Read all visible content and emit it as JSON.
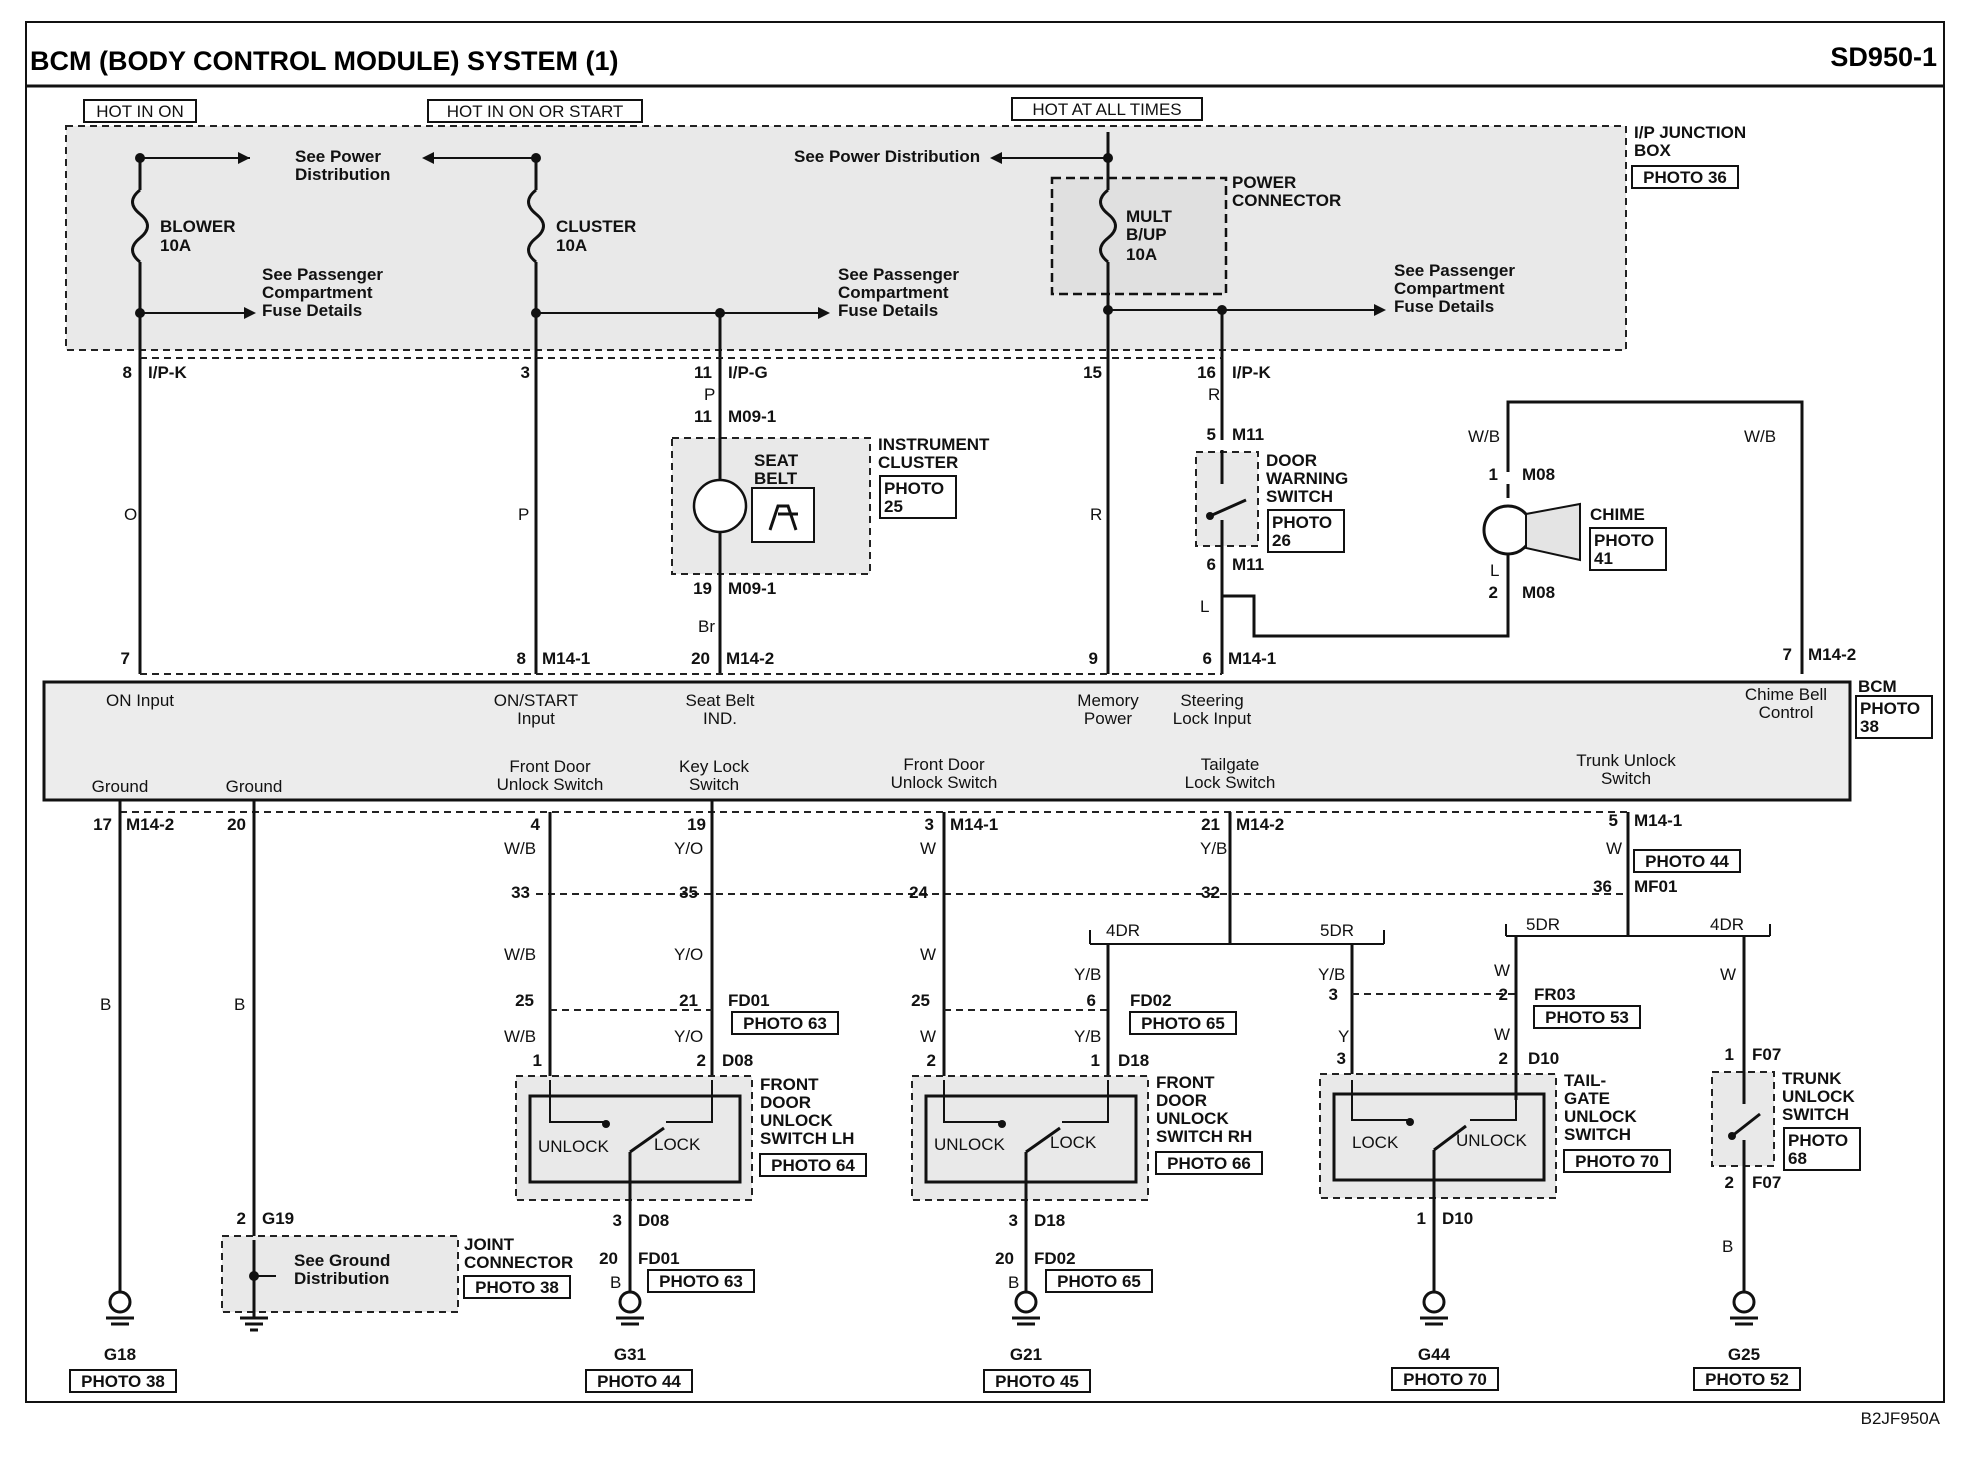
{
  "title": "BCM (BODY CONTROL MODULE) SYSTEM (1)",
  "code": "SD950-1",
  "footer_code": "B2JF950A",
  "power_labels": [
    "HOT IN ON",
    "HOT IN ON OR START",
    "HOT AT ALL TIMES"
  ],
  "junction_box": {
    "name": "I/P JUNCTION BOX",
    "photo": "PHOTO 36",
    "power_connector": "POWER CONNECTOR"
  },
  "fuses": [
    {
      "name": "BLOWER",
      "rating": "10A"
    },
    {
      "name": "CLUSTER",
      "rating": "10A"
    },
    {
      "name": "MULT B/UP",
      "rating": "10A"
    }
  ],
  "notes": {
    "power_distribution": "See Power Distribution",
    "passenger_fuse": "See Passenger Compartment Fuse Details",
    "ground_distribution": "See Ground Distribution"
  },
  "instrument_cluster": {
    "name": "INSTRUMENT CLUSTER",
    "photo": "PHOTO 25",
    "indicator": "SEAT BELT"
  },
  "door_warning_switch": {
    "name": "DOOR WARNING SWITCH",
    "photo": "PHOTO 26"
  },
  "chime": {
    "name": "CHIME",
    "photo": "PHOTO 41"
  },
  "bcm": {
    "name": "BCM",
    "photo": "PHOTO 38",
    "inputs_top": [
      "ON Input",
      "ON/START Input",
      "Seat Belt IND.",
      "Memory Power",
      "Steering Lock Input",
      "Chime Bell Control"
    ],
    "inputs_bottom": [
      "Ground",
      "Ground",
      "Front Door Unlock Switch",
      "Key Lock Switch",
      "Front Door Unlock Switch",
      "Tailgate Lock Switch",
      "Trunk Unlock Switch"
    ]
  },
  "connectors": {
    "ipk": "I/P-K",
    "ipg": "I/P-G",
    "m09": "M09-1",
    "m11": "M11",
    "m08": "M08",
    "m141": "M14-1",
    "m142": "M14-2",
    "mf01": "MF01",
    "fd01": "FD01",
    "fd02": "FD02",
    "fr03": "FR03",
    "d08": "D08",
    "d18": "D18",
    "d10": "D10",
    "f07": "F07",
    "g19": "G19"
  },
  "pins": {
    "p8": "8",
    "p3": "3",
    "p11": "11",
    "p15": "15",
    "p16": "16",
    "p5": "5",
    "p6": "6",
    "p1": "1",
    "p2": "2",
    "p19": "19",
    "p7": "7",
    "p20": "20",
    "p9": "9",
    "p17": "17",
    "p4": "4",
    "p21": "21",
    "p33": "33",
    "p35": "35",
    "p24": "24",
    "p32": "32",
    "p36": "36",
    "p25": "25"
  },
  "wire_colors": {
    "O": "O",
    "P": "P",
    "R": "R",
    "Br": "Br",
    "L": "L",
    "WB": "W/B",
    "YO": "Y/O",
    "W": "W",
    "YB": "Y/B",
    "Y": "Y",
    "B": "B"
  },
  "variants": {
    "dr4": "4DR",
    "dr5": "5DR"
  },
  "switches": {
    "front_lh": {
      "name": "FRONT DOOR UNLOCK SWITCH LH",
      "photo": "PHOTO 64"
    },
    "front_rh": {
      "name": "FRONT DOOR UNLOCK SWITCH RH",
      "photo": "PHOTO 66"
    },
    "tailgate": {
      "name": "TAIL-GATE UNLOCK SWITCH",
      "photo": "PHOTO 70"
    },
    "trunk": {
      "name": "TRUNK UNLOCK SWITCH",
      "photo": "PHOTO 68"
    },
    "unlock": "UNLOCK",
    "lock": "LOCK"
  },
  "joint_connector": {
    "name": "JOINT CONNECTOR",
    "photo": "PHOTO 38"
  },
  "photos": {
    "p44": "PHOTO 44",
    "p63": "PHOTO 63",
    "p65": "PHOTO 65",
    "p53": "PHOTO 53"
  },
  "grounds": [
    {
      "name": "G18",
      "photo": "PHOTO 38"
    },
    {
      "name": "G31",
      "photo": "PHOTO 44"
    },
    {
      "name": "G21",
      "photo": "PHOTO 45"
    },
    {
      "name": "G44",
      "photo": "PHOTO 70"
    },
    {
      "name": "G25",
      "photo": "PHOTO 52"
    }
  ]
}
